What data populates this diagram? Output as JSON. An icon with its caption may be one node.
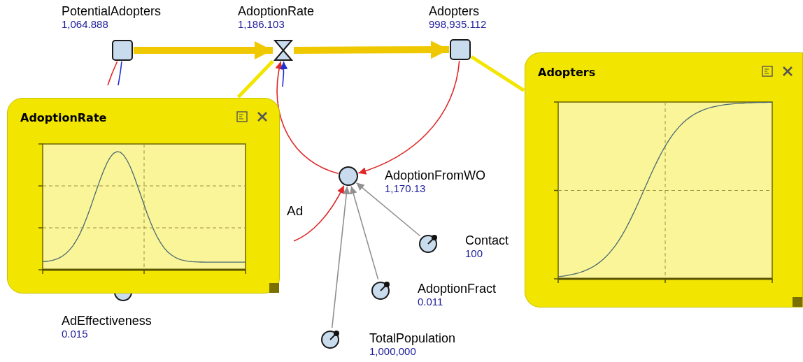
{
  "diagram": {
    "nodes": [
      {
        "text": [
          "PotentialAdopters",
          "1,064.888"
        ]
      },
      {
        "text": [
          "AdoptionRate",
          "1,186.103"
        ]
      },
      {
        "text": [
          "Adopters",
          "998,935.112"
        ]
      },
      {
        "text": [
          "AdoptionFromWO",
          "1,170.13"
        ]
      },
      {
        "text": [
          "Contact",
          "100"
        ]
      },
      {
        "text": [
          "AdoptionFract",
          "0.011"
        ]
      },
      {
        "text": [
          "TotalPopulation",
          "1,000,000"
        ]
      },
      {
        "text": [
          "AdEffectiveness",
          "0.015"
        ]
      },
      {
        "text": [
          "Ad"
        ]
      },
      {
        "text": [
          "AdoptionRate"
        ]
      },
      {
        "text": [
          "Adopters"
        ]
      }
    ],
    "edges": [
      {
        "from": 0,
        "to": 1,
        "arrow": "to",
        "style": "thick",
        "color": "#f0c800"
      },
      {
        "from": 1,
        "to": 2,
        "arrow": "to",
        "style": "thick",
        "color": "#f0c800"
      },
      {
        "from": 2,
        "to": 3,
        "arrow": "to"
      },
      {
        "from": 3,
        "to": 1,
        "arrow": "to"
      },
      {
        "from": null,
        "to": 1,
        "arrow": "to",
        "color": "#1f2fd0"
      },
      {
        "from": 0,
        "to": null,
        "arrow": "none"
      },
      {
        "from": 0,
        "to": null,
        "arrow": "none",
        "color": "#1f2fd0"
      },
      {
        "from": null,
        "to": 3,
        "arrow": "to"
      },
      {
        "from": 4,
        "to": 3,
        "arrow": "to",
        "color": "#909090"
      },
      {
        "from": 5,
        "to": 3,
        "arrow": "to",
        "color": "#909090"
      },
      {
        "from": 6,
        "to": 3,
        "arrow": "to",
        "color": "#909090"
      },
      {
        "from": 9,
        "to": 1,
        "arrow": "none",
        "style": "thick",
        "color": "#f2e600"
      },
      {
        "from": 10,
        "to": 2,
        "arrow": "none",
        "style": "thick",
        "color": "#f2e600"
      }
    ]
  }
}
